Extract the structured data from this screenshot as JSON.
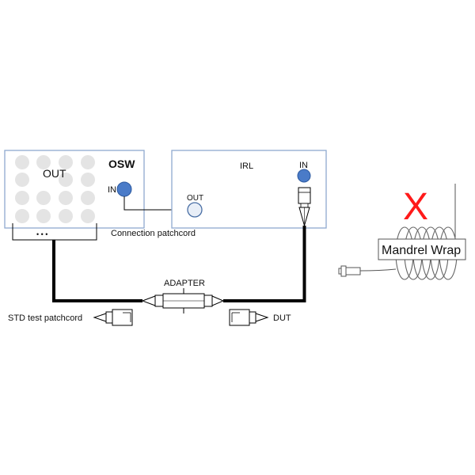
{
  "osw": {
    "title": "OSW",
    "out_label": "OUT",
    "in_label": "IN",
    "ellipsis": "•  •  •"
  },
  "irl": {
    "title": "IRL",
    "in_label": "IN",
    "out_label": "OUT"
  },
  "labels": {
    "connection_patchcord": "Connection patchcord",
    "adapter": "ADAPTER",
    "std_test_patchcord": "STD test patchcord",
    "dut": "DUT",
    "mandrel_wrap": "Mandrel Wrap",
    "cross_mark": "X"
  },
  "colors": {
    "box_border": "#8fa9cf",
    "port_blue": "#4a7bc8",
    "grid_dot": "#e4e4e4",
    "out_port": "#e8eef7",
    "cross_red": "#ff1a1a",
    "cable": "#000000"
  }
}
